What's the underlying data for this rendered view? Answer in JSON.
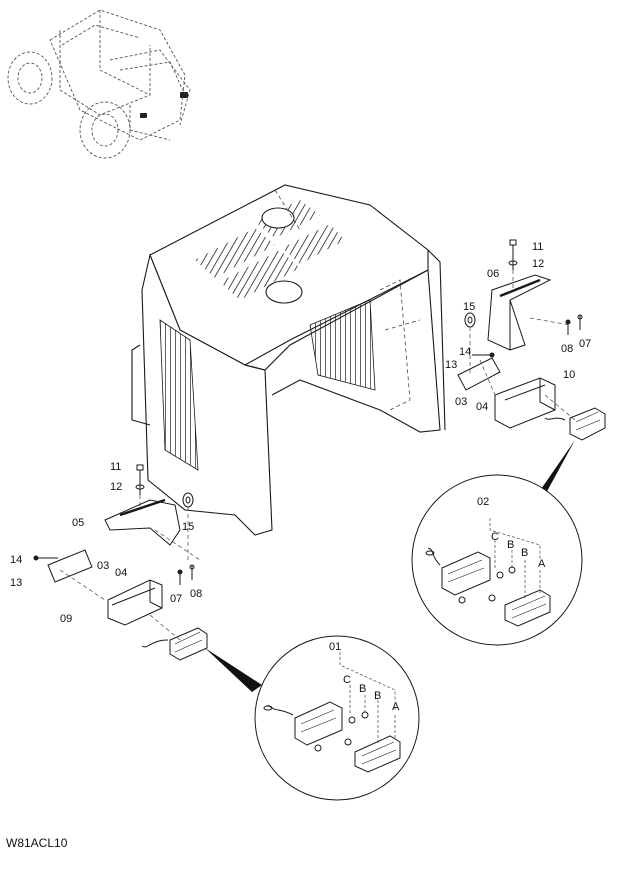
{
  "drawing_code": "W81ACL10",
  "parts": {
    "p01": "01",
    "p02": "02",
    "p03": "03",
    "p04": "04",
    "p05": "05",
    "p06": "06",
    "p07": "07",
    "p08": "08",
    "p09": "09",
    "p10": "10",
    "p11": "11",
    "p12": "12",
    "p13": "13",
    "p14": "14",
    "p15": "15"
  },
  "sub_labels": {
    "a": "A",
    "b": "B",
    "c": "C"
  },
  "colors": {
    "line": "#1a1a1a",
    "dashed": "#444444",
    "background": "#ffffff"
  }
}
